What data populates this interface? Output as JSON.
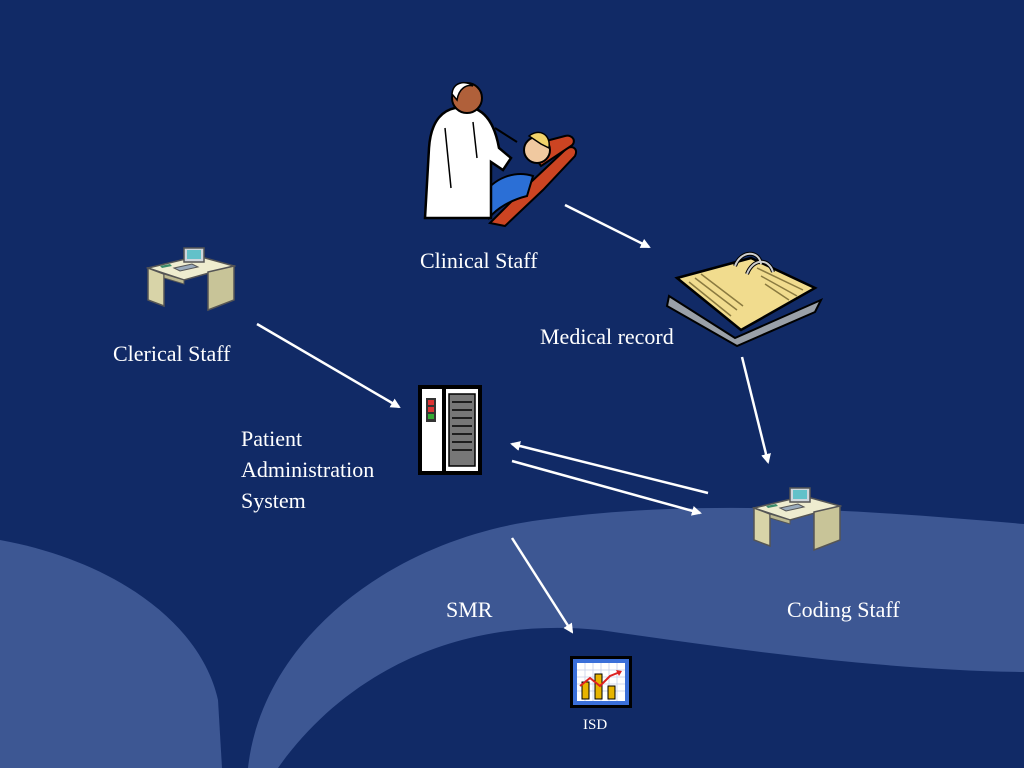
{
  "colors": {
    "background": "#112a66",
    "swoosh": "#3d5793",
    "text": "#ffffff",
    "arrow": "#ffffff"
  },
  "nodes": {
    "clinical_staff": {
      "label": "Clinical Staff",
      "icon": "doctor-patient-icon"
    },
    "medical_record": {
      "label": "Medical record",
      "icon": "open-book-icon"
    },
    "clerical_staff": {
      "label": "Clerical Staff",
      "icon": "desk-computer-icon"
    },
    "pas": {
      "line1": "Patient",
      "line2": "Administration",
      "line3": "System",
      "icon": "server-cabinet-icon"
    },
    "coding_staff": {
      "label": "Coding Staff",
      "icon": "desk-computer-icon"
    },
    "smr": {
      "label": "SMR"
    },
    "isd": {
      "label": "ISD",
      "icon": "chart-board-icon"
    }
  }
}
